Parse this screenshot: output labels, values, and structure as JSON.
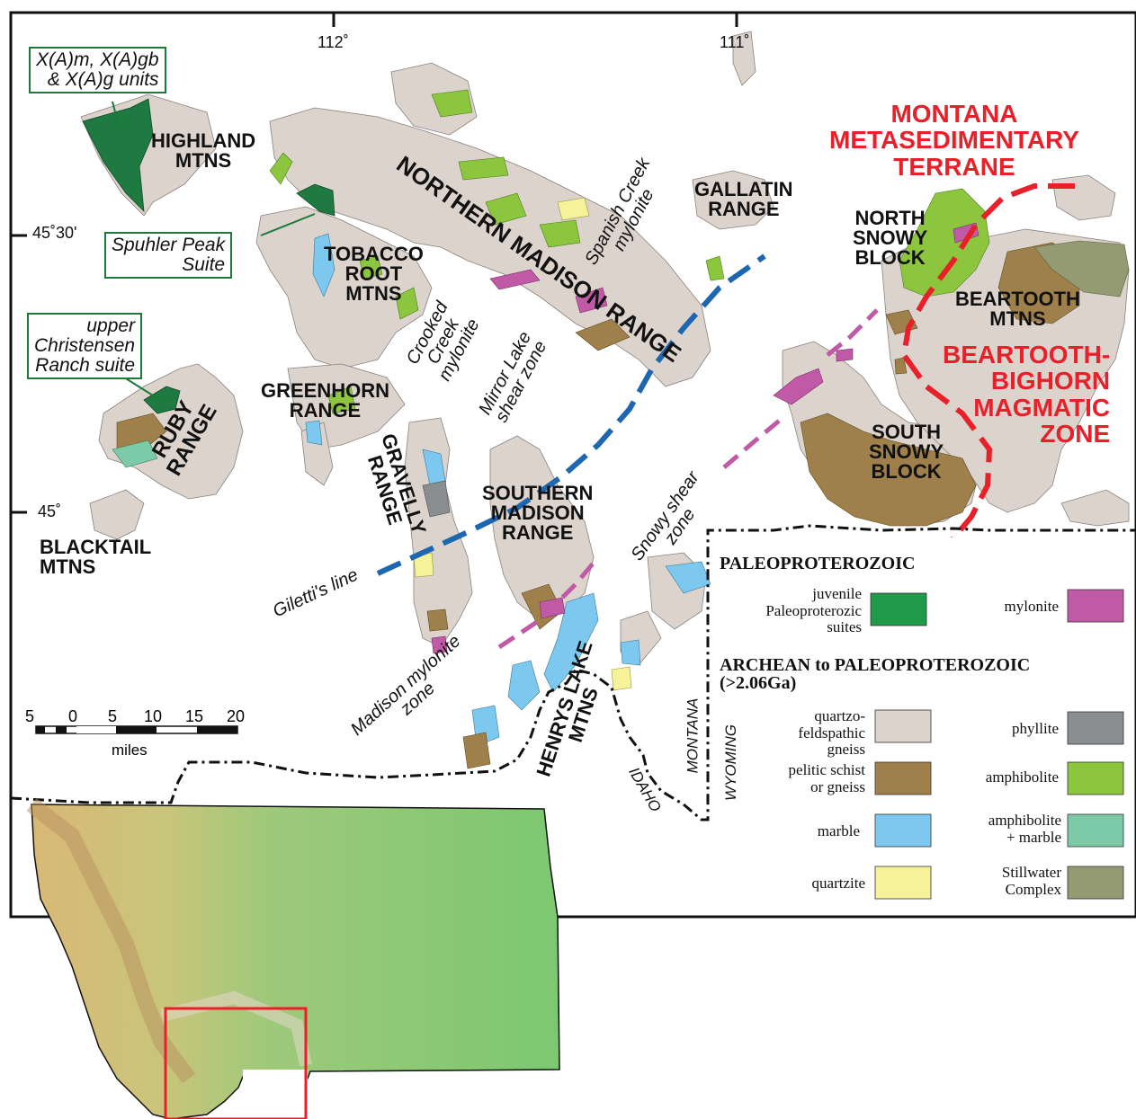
{
  "coords": {
    "lon_112": "112˚",
    "lon_111": "111˚",
    "lat_4530": "45˚30'",
    "lat_45": "45˚"
  },
  "callouts": {
    "units": [
      "X(A)m, X(A)gb",
      "& X(A)g units"
    ],
    "spuhler": [
      "Spuhler Peak",
      "Suite"
    ],
    "christensen": [
      "upper",
      "Christensen",
      "Ranch suite"
    ]
  },
  "ranges": {
    "highland": [
      "HIGHLAND",
      "MTNS"
    ],
    "tobacco": [
      "TOBACCO",
      "ROOT",
      "MTNS"
    ],
    "greenhorn": [
      "GREENHORN",
      "RANGE"
    ],
    "ruby": [
      "RUBY",
      "RANGE"
    ],
    "gravelly": [
      "GRAVELLY",
      "RANGE"
    ],
    "blacktail": [
      "BLACKTAIL",
      "MTNS"
    ],
    "northern_madison": "NORTHERN MADISON RANGE",
    "gallatin": [
      "GALLATIN",
      "RANGE"
    ],
    "north_snowy": [
      "NORTH",
      "SNOWY",
      "BLOCK"
    ],
    "beartooth": [
      "BEARTOOTH",
      "MTNS"
    ],
    "south_snowy": [
      "SOUTH",
      "SNOWY",
      "BLOCK"
    ],
    "southern_madison": [
      "SOUTHERN",
      "MADISON",
      "RANGE"
    ],
    "henrys": [
      "HENRYS LAKE",
      "MTNS"
    ]
  },
  "terranes": {
    "montana": [
      "MONTANA",
      "METASEDIMENTARY",
      "TERRANE"
    ],
    "beartooth": [
      "BEARTOOTH-",
      "BIGHORN",
      "MAGMATIC",
      "ZONE"
    ]
  },
  "structures": {
    "spanish": [
      "Spanish Creek",
      "mylonite"
    ],
    "crooked": [
      "Crooked",
      "Creek",
      "mylonite"
    ],
    "mirror": [
      "Mirror Lake",
      "shear zone"
    ],
    "snowy": [
      "Snowy shear",
      "zone"
    ],
    "giletti": "Giletti's line",
    "madison": [
      "Madison mylonite",
      "zone"
    ]
  },
  "states": {
    "montana": "MONTANA",
    "wyoming": "WYOMING",
    "idaho": "IDAHO"
  },
  "scale": {
    "ticks": [
      "5",
      "0",
      "5",
      "10",
      "15",
      "20"
    ],
    "unit": "miles"
  },
  "legend": {
    "paleo_heading": "PALEOPROTEROZOIC",
    "archean_heading": [
      "ARCHEAN to PALEOPROTEROZOIC",
      "(>2.06Ga)"
    ],
    "items": [
      {
        "label": [
          "juvenile",
          "Paleoproterozic",
          "suites"
        ],
        "color": "#1e9a48"
      },
      {
        "label": [
          "mylonite"
        ],
        "color": "#c05aa6"
      },
      {
        "label": [
          "quartzo-",
          "feldspathic",
          "gneiss"
        ],
        "color": "#dcd3cd"
      },
      {
        "label": [
          "phyllite"
        ],
        "color": "#8a8e91"
      },
      {
        "label": [
          "pelitic schist",
          "or gneiss"
        ],
        "color": "#a0804a"
      },
      {
        "label": [
          "amphibolite"
        ],
        "color": "#8cc63f"
      },
      {
        "label": [
          "marble"
        ],
        "color": "#7cc8ee"
      },
      {
        "label": [
          "amphibolite",
          "+ marble"
        ],
        "color": "#7ccaa8"
      },
      {
        "label": [
          "quartzite"
        ],
        "color": "#f5f29a"
      },
      {
        "label": [
          "Stillwater",
          "Complex"
        ],
        "color": "#949a72"
      }
    ]
  }
}
